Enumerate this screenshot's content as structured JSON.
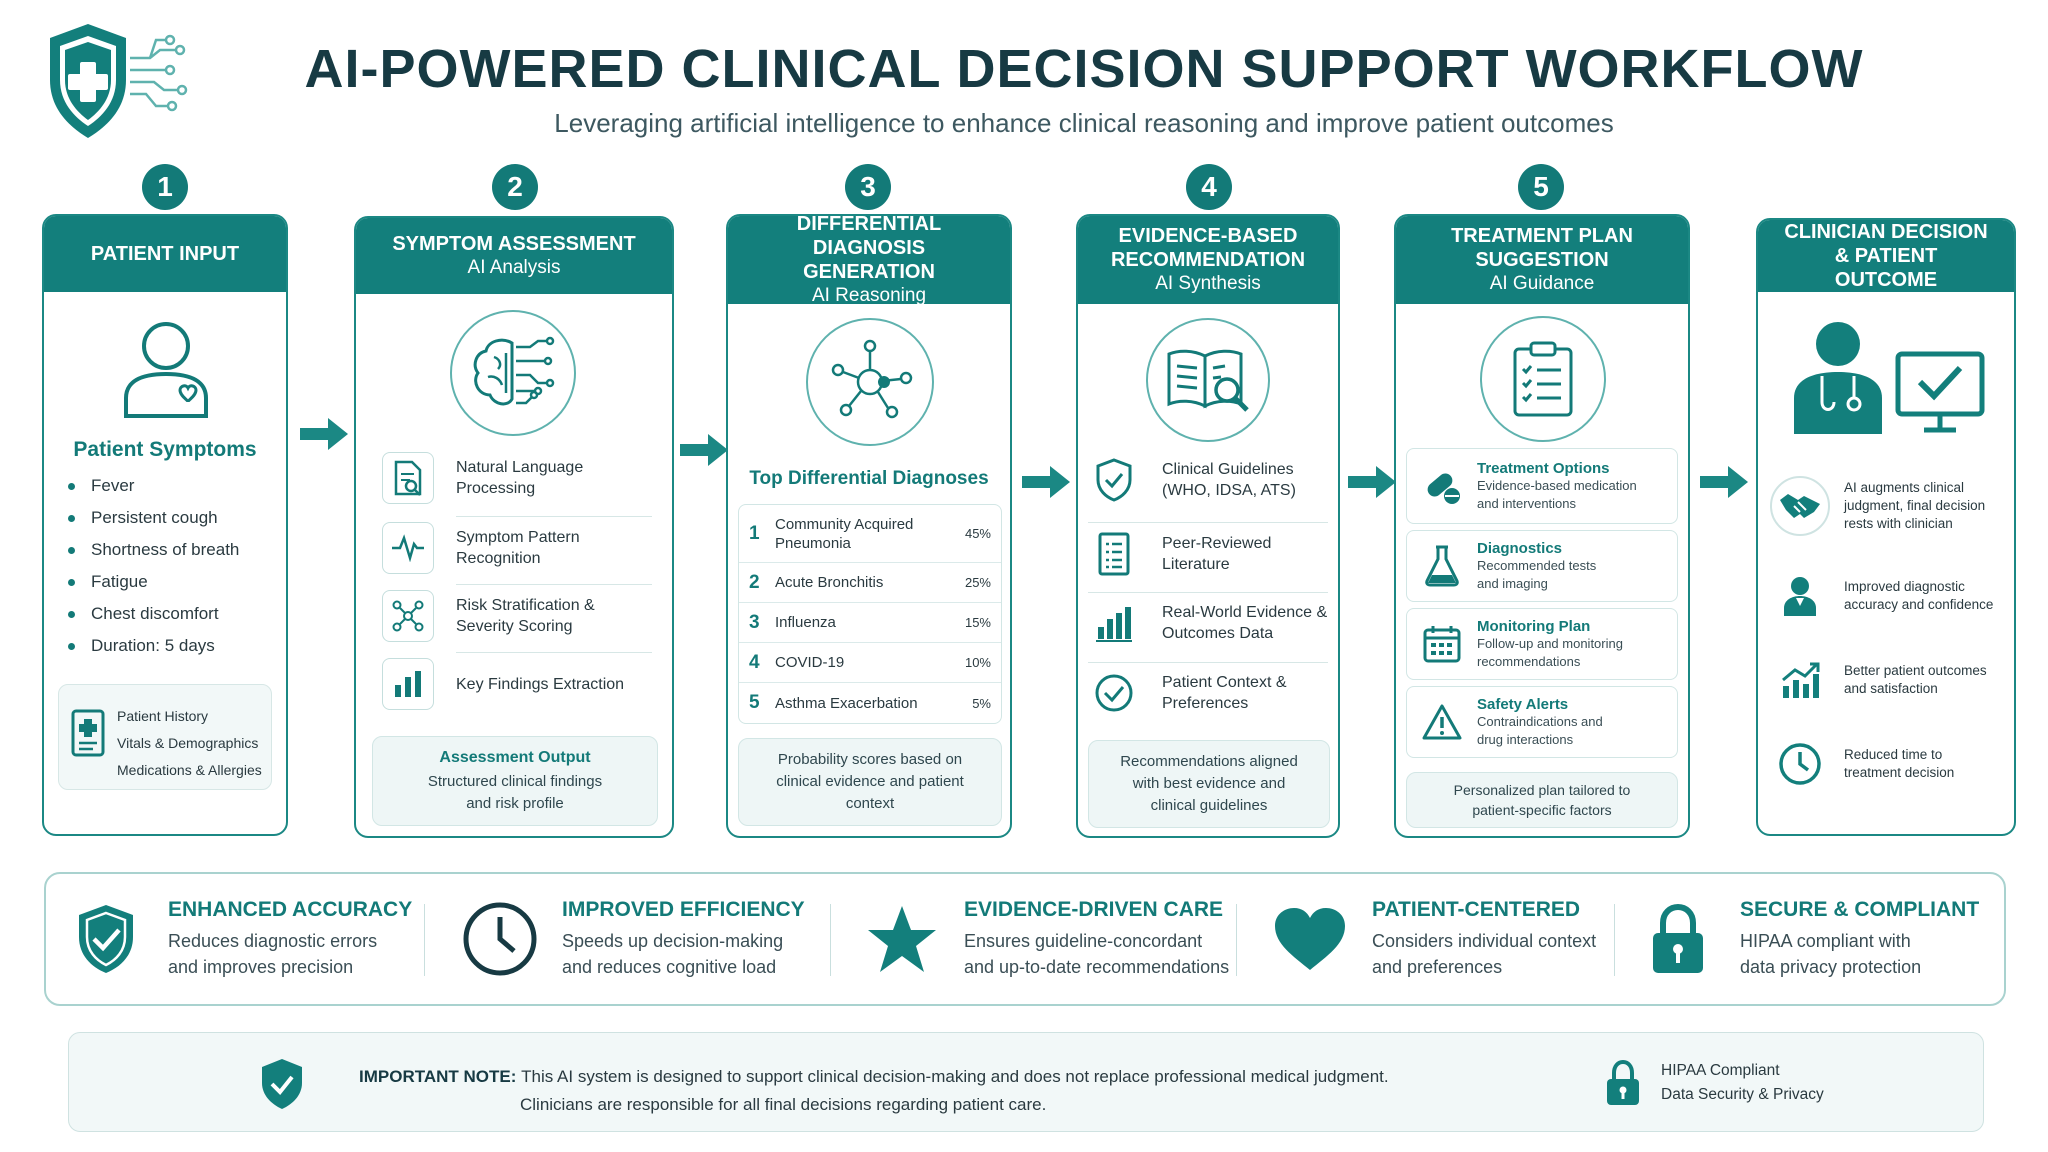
{
  "header": {
    "title": "AI-POWERED CLINICAL DECISION SUPPORT WORKFLOW",
    "subtitle": "Leveraging artificial intelligence to enhance clinical reasoning and improve patient outcomes"
  },
  "colors": {
    "primary": "#137f7c",
    "dark": "#173a43",
    "light": "#eef6f6"
  },
  "steps": {
    "patient_input": {
      "number": "1",
      "title": "PATIENT INPUT",
      "section_title": "Patient Symptoms",
      "symptoms": [
        "Fever",
        "Persistent cough",
        "Shortness of breath",
        "Fatigue",
        "Chest discomfort",
        "Duration: 5 days"
      ],
      "history": [
        "Patient History",
        "Vitals & Demographics",
        "Medications & Allergies"
      ]
    },
    "symptom_assessment": {
      "number": "2",
      "title": "SYMPTOM ASSESSMENT",
      "subtitle": "AI Analysis",
      "items": [
        {
          "icon": "document-search-icon",
          "label": "Natural Language Processing"
        },
        {
          "icon": "pulse-icon",
          "label": "Symptom Pattern Recognition"
        },
        {
          "icon": "network-icon",
          "label": "Risk Stratification & Severity Scoring"
        },
        {
          "icon": "bar-chart-icon",
          "label": "Key Findings Extraction"
        }
      ],
      "output_title": "Assessment Output",
      "output_text": "Structured clinical findings and risk profile"
    },
    "differential": {
      "number": "3",
      "title": "DIFFERENTIAL DIAGNOSIS GENERATION",
      "subtitle": "AI Reasoning",
      "list_title": "Top Differential Diagnoses",
      "diagnoses": [
        {
          "rank": "1",
          "name": "Community Acquired Pneumonia",
          "prob": "45%"
        },
        {
          "rank": "2",
          "name": "Acute Bronchitis",
          "prob": "25%"
        },
        {
          "rank": "3",
          "name": "Influenza",
          "prob": "15%"
        },
        {
          "rank": "4",
          "name": "COVID-19",
          "prob": "10%"
        },
        {
          "rank": "5",
          "name": "Asthma Exacerbation",
          "prob": "5%"
        }
      ],
      "footer": "Probability scores based on clinical evidence and patient context"
    },
    "evidence": {
      "number": "4",
      "title": "EVIDENCE-BASED RECOMMENDATION",
      "subtitle": "AI Synthesis",
      "items": [
        {
          "icon": "shield-check-icon",
          "label": "Clinical Guidelines (WHO, IDSA, ATS)"
        },
        {
          "icon": "list-icon",
          "label": "Peer-Reviewed Literature"
        },
        {
          "icon": "bar-chart-icon",
          "label": "Real-World Evidence & Outcomes Data"
        },
        {
          "icon": "check-circle-icon",
          "label": "Patient Context & Preferences"
        }
      ],
      "footer": "Recommendations aligned with best evidence and clinical guidelines"
    },
    "treatment": {
      "number": "5",
      "title": "TREATMENT PLAN SUGGESTION",
      "subtitle": "AI Guidance",
      "items": [
        {
          "icon": "pill-icon",
          "title": "Treatment Options",
          "desc": "Evidence-based medication and interventions"
        },
        {
          "icon": "flask-icon",
          "title": "Diagnostics",
          "desc": "Recommended tests and imaging"
        },
        {
          "icon": "calendar-icon",
          "title": "Monitoring Plan",
          "desc": "Follow-up and monitoring recommendations"
        },
        {
          "icon": "warning-icon",
          "title": "Safety Alerts",
          "desc": "Contraindications and drug interactions"
        }
      ],
      "footer": "Personalized plan tailored to patient-specific factors"
    },
    "outcome": {
      "title": "CLINICIAN DECISION & PATIENT OUTCOME",
      "items": [
        {
          "icon": "handshake-icon",
          "text": "AI augments clinical judgment, final decision rests with clinician"
        },
        {
          "icon": "person-icon",
          "text": "Improved diagnostic accuracy and confidence"
        },
        {
          "icon": "growth-chart-icon",
          "text": "Better patient outcomes and satisfaction"
        },
        {
          "icon": "clock-icon",
          "text": "Reduced time to treatment decision"
        }
      ]
    }
  },
  "benefits": [
    {
      "icon": "shield-check-icon",
      "title": "ENHANCED ACCURACY",
      "desc": "Reduces diagnostic errors and improves precision"
    },
    {
      "icon": "clock-icon",
      "title": "IMPROVED EFFICIENCY",
      "desc": "Speeds up decision-making and reduces cognitive load"
    },
    {
      "icon": "star-icon",
      "title": "EVIDENCE-DRIVEN CARE",
      "desc": "Ensures guideline-concordant and up-to-date recommendations"
    },
    {
      "icon": "heart-icon",
      "title": "PATIENT-CENTERED",
      "desc": "Considers individual context and preferences"
    },
    {
      "icon": "lock-icon",
      "title": "SECURE & COMPLIANT",
      "desc": "HIPAA compliant with data privacy protection"
    }
  ],
  "note": {
    "label": "IMPORTANT NOTE:",
    "line1": "This AI system is designed to support clinical decision-making and does not replace professional medical judgment.",
    "line2": "Clinicians are responsible for all final decisions regarding patient care.",
    "badge_line1": "HIPAA Compliant",
    "badge_line2": "Data Security & Privacy"
  }
}
